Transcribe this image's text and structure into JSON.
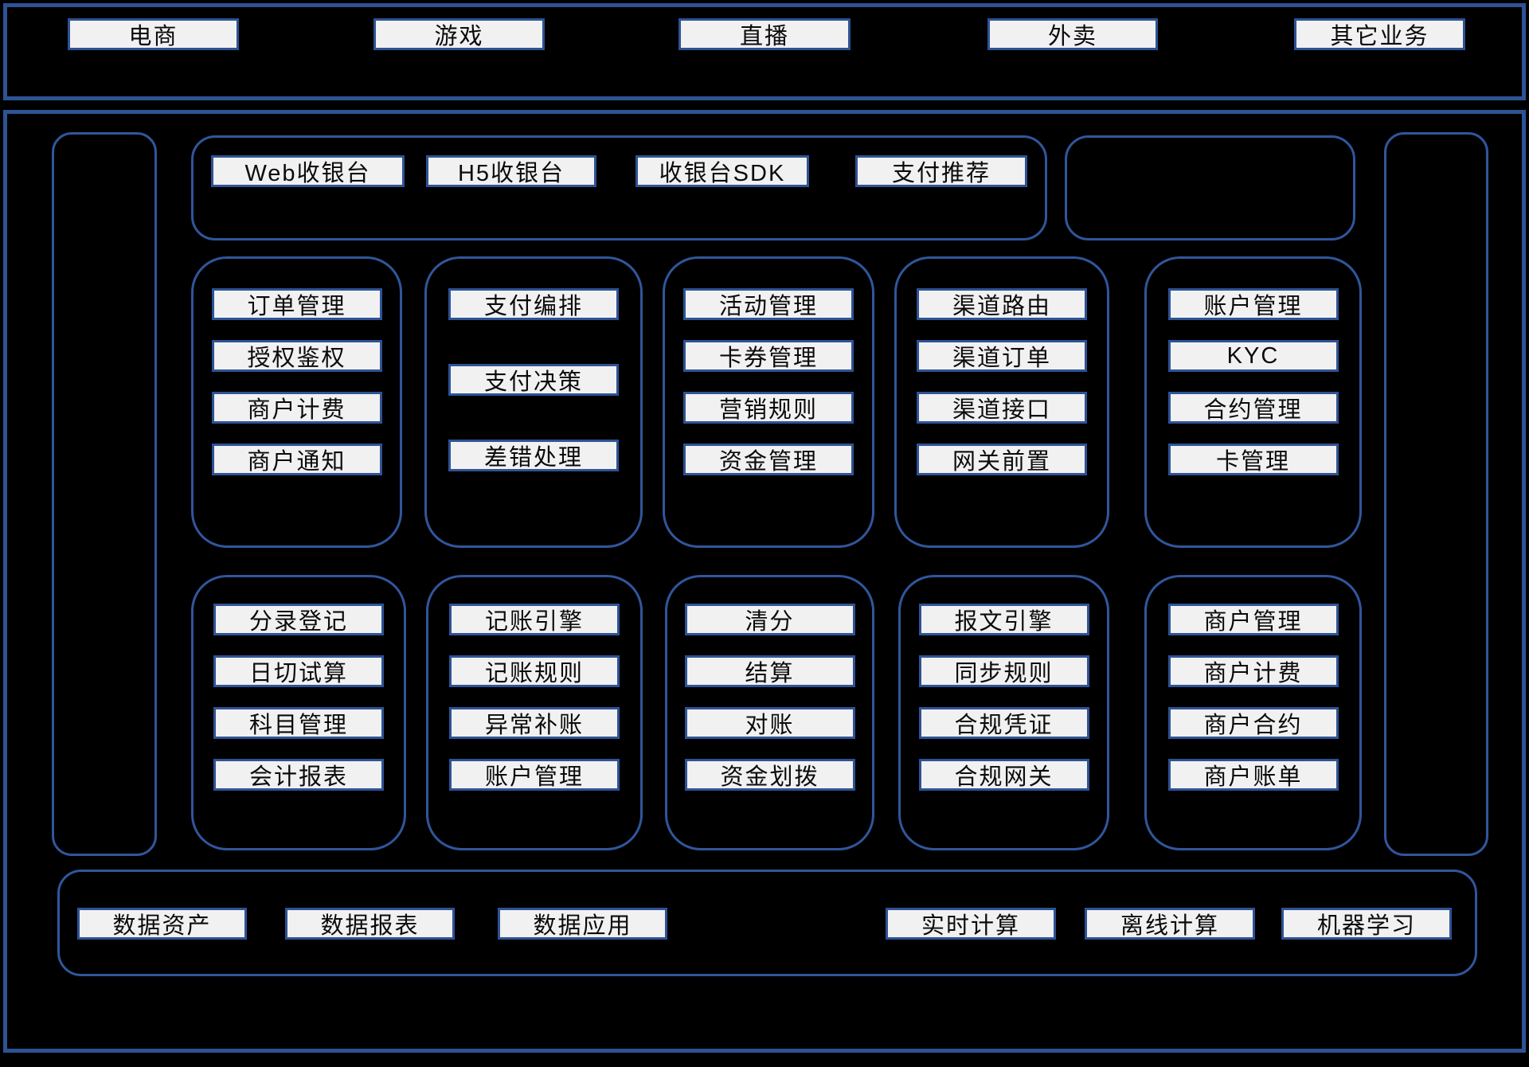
{
  "colors": {
    "background": "#000000",
    "container_border": "#2e5395",
    "box_background": "#f1f1f1",
    "box_text": "#0b0b0b"
  },
  "business_layer": {
    "items": [
      "电商",
      "游戏",
      "直播",
      "外卖",
      "其它业务"
    ]
  },
  "product_layer": {
    "items": [
      "Web收银台",
      "H5收银台",
      "收银台SDK",
      "支付推荐"
    ]
  },
  "upper_service_columns": [
    {
      "items": [
        "订单管理",
        "授权鉴权",
        "商户计费",
        "商户通知"
      ]
    },
    {
      "items": [
        "支付编排",
        "支付决策",
        "差错处理"
      ]
    },
    {
      "items": [
        "活动管理",
        "卡券管理",
        "营销规则",
        "资金管理"
      ]
    },
    {
      "items": [
        "渠道路由",
        "渠道订单",
        "渠道接口",
        "网关前置"
      ]
    },
    {
      "items": [
        "账户管理",
        "KYC",
        "合约管理",
        "卡管理"
      ]
    }
  ],
  "lower_service_columns": [
    {
      "items": [
        "分录登记",
        "日切试算",
        "科目管理",
        "会计报表"
      ]
    },
    {
      "items": [
        "记账引擎",
        "记账规则",
        "异常补账",
        "账户管理"
      ]
    },
    {
      "items": [
        "清分",
        "结算",
        "对账",
        "资金划拨"
      ]
    },
    {
      "items": [
        "报文引擎",
        "同步规则",
        "合规凭证",
        "合规网关"
      ]
    },
    {
      "items": [
        "商户管理",
        "商户计费",
        "商户合约",
        "商户账单"
      ]
    }
  ],
  "data_layer": {
    "items": [
      "数据资产",
      "数据报表",
      "数据应用",
      "实时计算",
      "离线计算",
      "机器学习"
    ]
  }
}
